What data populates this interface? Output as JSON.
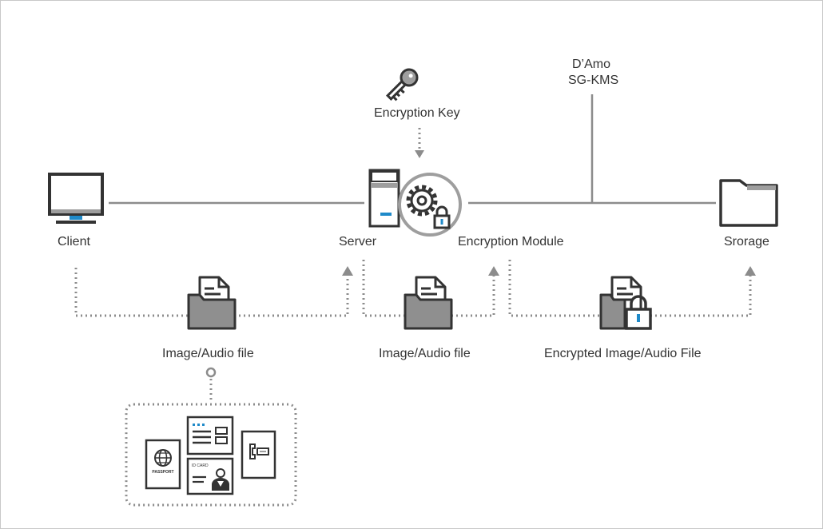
{
  "labels": {
    "client": "Client",
    "server": "Server",
    "encryption_module": "Encryption Module",
    "storage": "Srorage",
    "encryption_key": "Encryption Key",
    "kms_line1": "D’Amo",
    "kms_line2": "SG-KMS",
    "file1": "Image/Audio file",
    "file2": "Image/Audio file",
    "file3": "Encrypted Image/Audio File"
  },
  "documents": {
    "passport": "PASSPORT",
    "id_card": "ID CARD"
  },
  "colors": {
    "line": "#8c8c8c",
    "icon": "#333333",
    "fill_gray": "#9e9e9e",
    "accent_blue": "#1f8ac9"
  }
}
